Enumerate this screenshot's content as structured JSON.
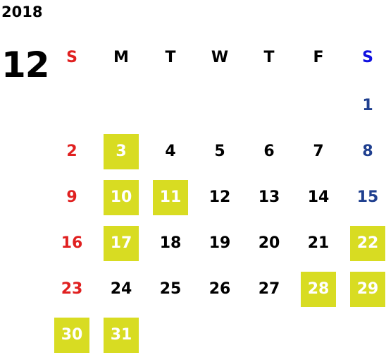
{
  "calendar": {
    "year": "2018",
    "month": "12",
    "weekdays": [
      "S",
      "M",
      "T",
      "W",
      "T",
      "F",
      "S"
    ],
    "weeks": [
      [
        "",
        "",
        "",
        "",
        "",
        "",
        "1"
      ],
      [
        "2",
        "3",
        "4",
        "5",
        "6",
        "7",
        "8"
      ],
      [
        "9",
        "10",
        "11",
        "12",
        "13",
        "14",
        "15"
      ],
      [
        "16",
        "17",
        "18",
        "19",
        "20",
        "21",
        "22"
      ],
      [
        "23",
        "24",
        "25",
        "26",
        "27",
        "28",
        "29"
      ],
      [
        "30",
        "31",
        "",
        "",
        "",
        "",
        ""
      ]
    ],
    "highlighted_days": [
      "3",
      "10",
      "11",
      "17",
      "22",
      "28",
      "29",
      "30",
      "31"
    ]
  },
  "colors": {
    "sunday": "#e02020",
    "saturday_header": "#1010e0",
    "saturday": "#1f3f8f",
    "weekday": "#000000",
    "highlight_bg": "#d8dc22",
    "highlight_text": "#ffffff"
  }
}
